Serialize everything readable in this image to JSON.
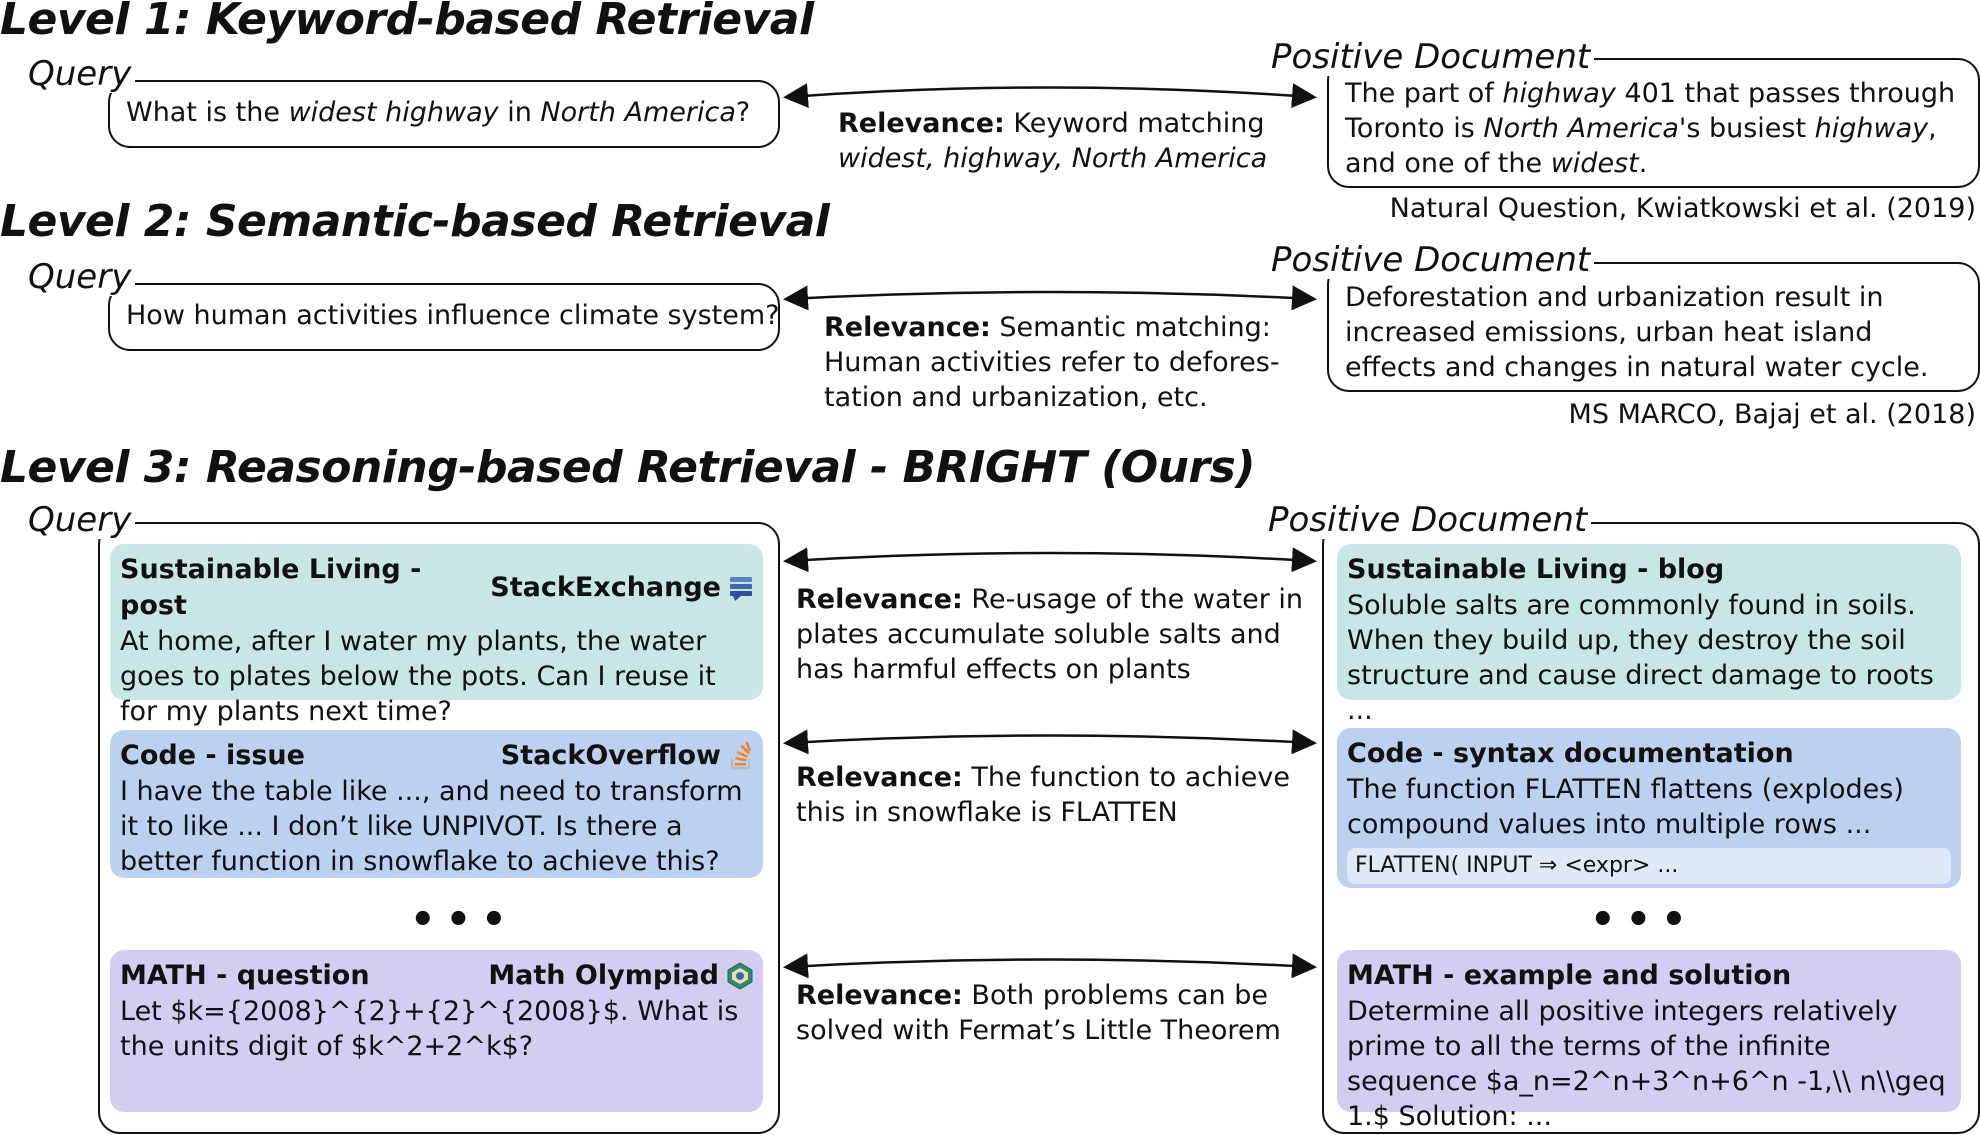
{
  "level1": {
    "title": "Level 1: Keyword-based Retrieval",
    "query_label": "Query",
    "query_parts": [
      "What is the ",
      "widest highway",
      " in ",
      "North America",
      "?"
    ],
    "doc_label": "Positive Document",
    "doc_parts": [
      "The part of ",
      "highway",
      " 401 that passes through Toronto is ",
      "North America",
      "'s busiest ",
      "highway",
      ", and one of the ",
      "widest",
      "."
    ],
    "relevance_label": "Relevance:",
    "relevance_text": "Keyword matching",
    "relevance_keywords": "widest, highway, North America",
    "citation": "Natural Question, Kwiatkowski et al. (2019)"
  },
  "level2": {
    "title": "Level 2: Semantic-based Retrieval",
    "query_label": "Query",
    "query": "How human activities influence climate system?",
    "doc_label": "Positive Document",
    "doc": "Deforestation and urbanization result in increased emissions, urban heat island effects and changes in natural water cycle.",
    "relevance_label": "Relevance:",
    "relevance_text": "Semantic matching: Human activities refer to defores-tation and urbanization, etc.",
    "citation": "MS MARCO, Bajaj et al. (2018)"
  },
  "level3": {
    "title": "Level 3: Reasoning-based Retrieval - BRIGHT (Ours)",
    "query_label": "Query",
    "doc_label": "Positive Document",
    "dots": "•••",
    "rows": [
      {
        "query_title": "Sustainable Living - post",
        "query_source": "StackExchange",
        "query_source_icon": "stackexchange-icon",
        "query_text": "At home, after I water my plants, the water goes to plates below the pots. Can I reuse it for my plants next time?",
        "relevance_label": "Relevance:",
        "relevance_text": "Re-usage of the water in plates accumulate soluble salts and has harmful effects on plants",
        "doc_title": "Sustainable Living - blog",
        "doc_text": "Soluble salts are commonly found in soils. When they build up, they destroy the soil structure and cause direct damage to roots ...",
        "color": "#c8e6e4"
      },
      {
        "query_title": "Code - issue",
        "query_source": "StackOverflow",
        "query_source_icon": "stackoverflow-icon",
        "query_text": "I have the table like ..., and need to transform it to like ... I don’t like UNPIVOT. Is there a better function in snowflake to achieve this?",
        "relevance_label": "Relevance:",
        "relevance_text": "The function to achieve this in snowflake is FLATTEN",
        "doc_title": "Code - syntax documentation",
        "doc_text": "The function FLATTEN flattens (explodes) compound values into multiple rows ...",
        "doc_code": "FLATTEN( INPUT ⇒ <expr> ...",
        "color": "#bcd0ef"
      },
      {
        "query_title": "MATH - question",
        "query_source": "Math Olympiad",
        "query_source_icon": "math-olympiad-icon",
        "query_text": "Let $k={2008}^{2}+{2}^{2008}$. What is the units digit of $k^2+2^k$?",
        "relevance_label": "Relevance:",
        "relevance_text": "Both problems can be solved with Fermat’s Little Theorem",
        "doc_title": "MATH - example and solution",
        "doc_text": "Determine all positive integers relatively prime to all the terms of the infinite sequence $a_n=2^n+3^n+6^n -1,\\\\ n\\\\geq 1.$ Solution: ...",
        "color": "#d4cdf1"
      }
    ]
  }
}
